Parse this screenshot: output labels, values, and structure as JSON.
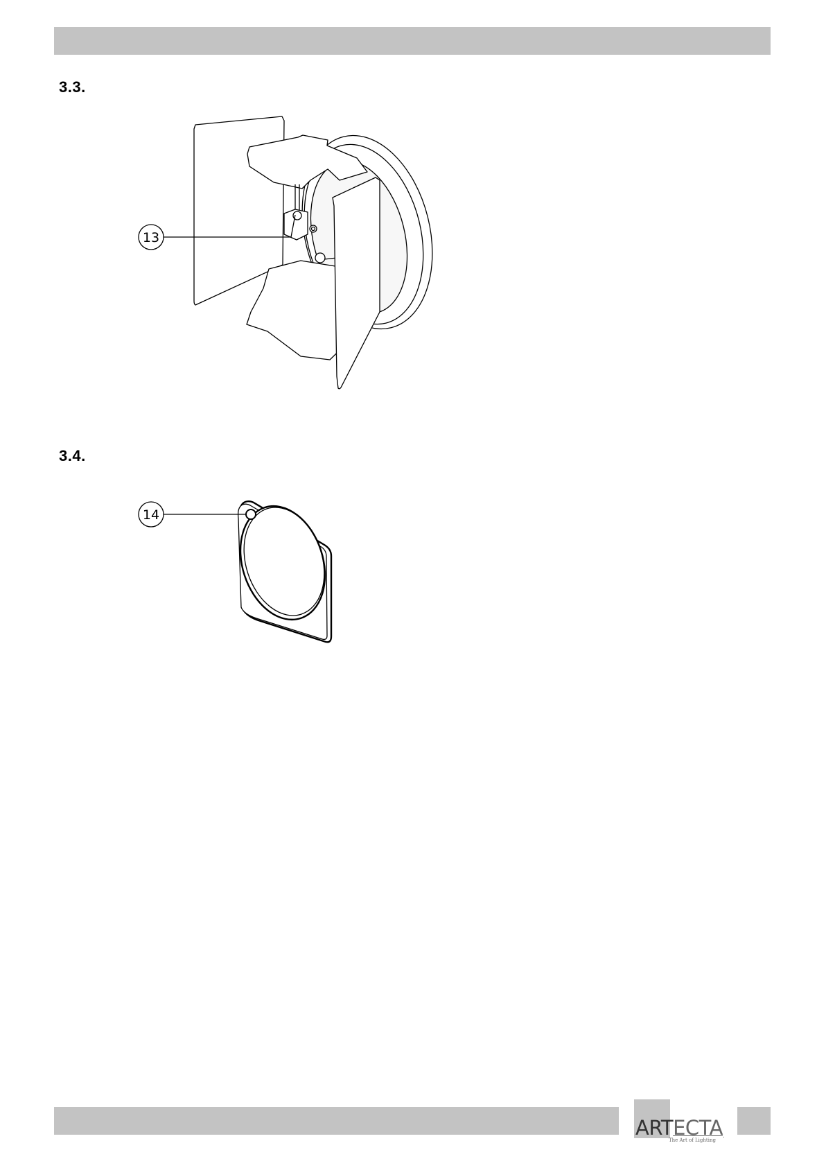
{
  "sections": [
    {
      "number": "3.3.",
      "callout": "13"
    },
    {
      "number": "3.4.",
      "callout": "14"
    }
  ],
  "logo": {
    "part1": "ART",
    "part2": "ECTA",
    "registered": ".",
    "tagline": "The Art of Lighting"
  },
  "colors": {
    "bar": "#c3c3c3",
    "line": "#000000"
  }
}
